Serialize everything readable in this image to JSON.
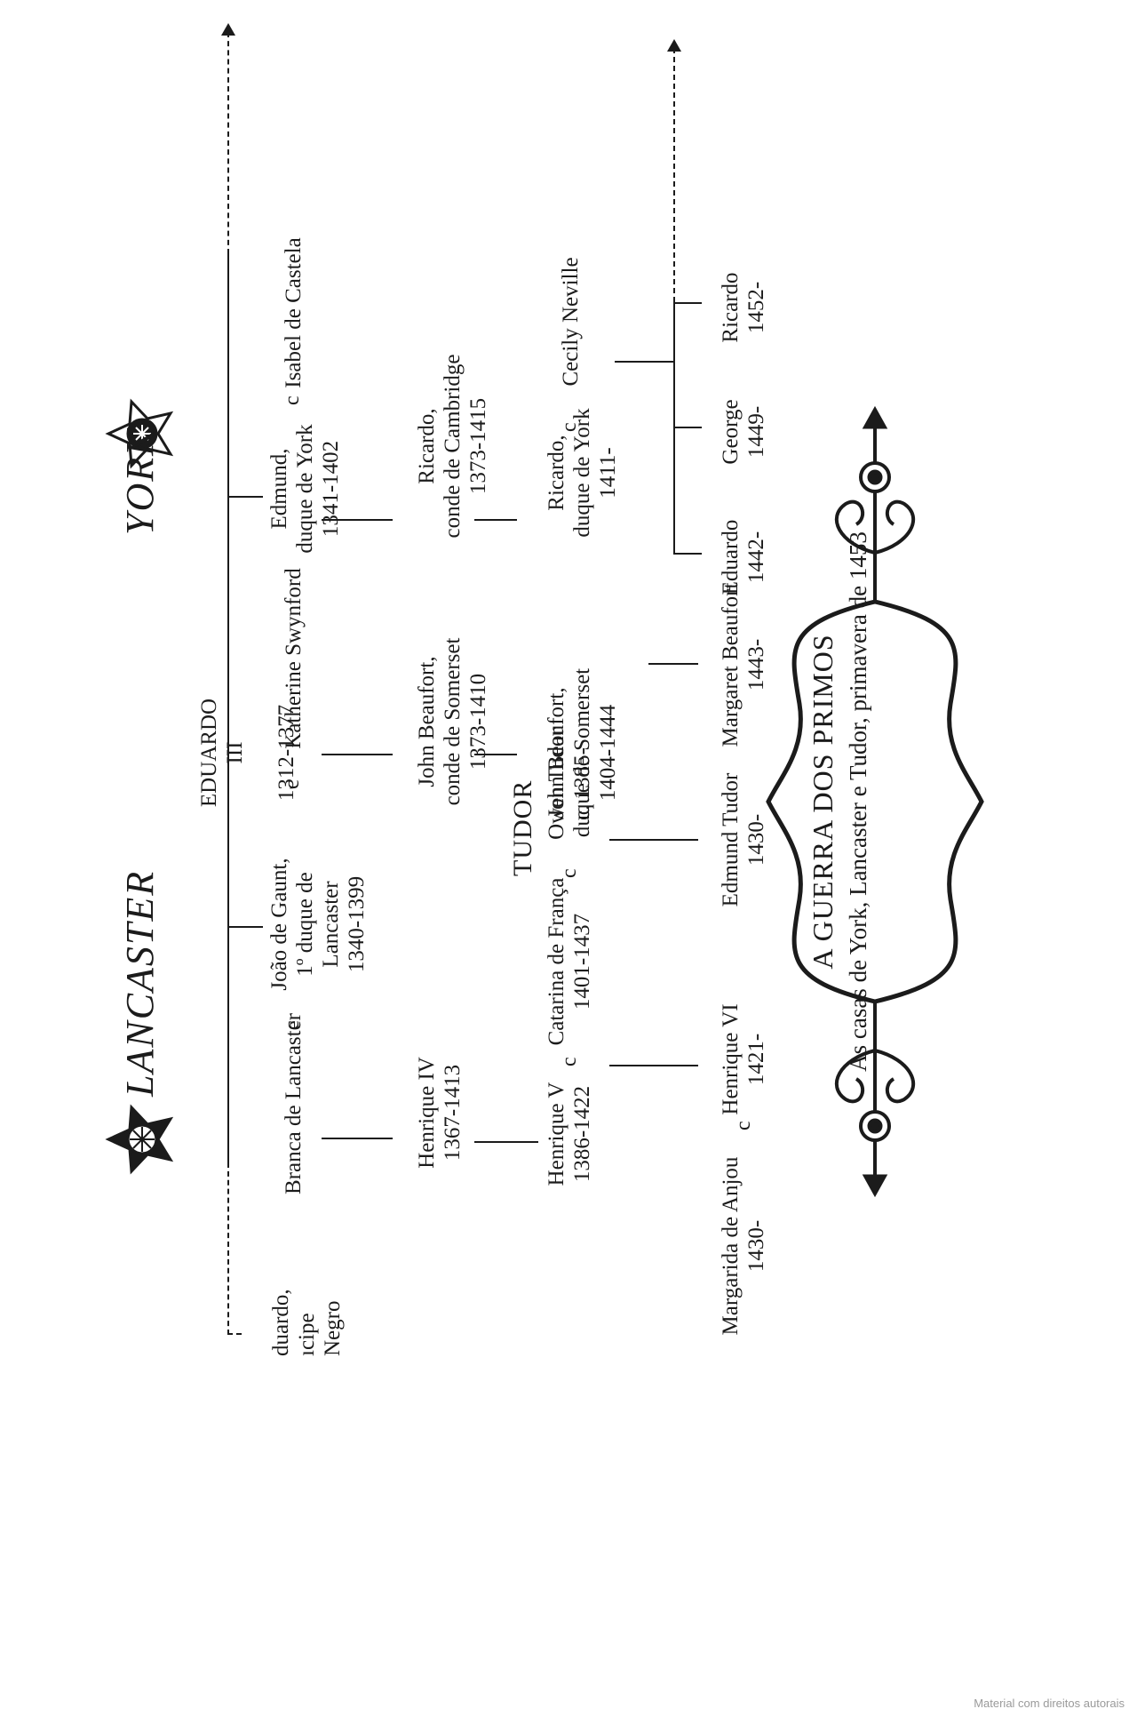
{
  "houses": {
    "lancaster": "LANCASTER",
    "york": "YORK",
    "tudor": "TUDOR"
  },
  "marriage_symbol": "c",
  "generation1": {
    "eduardo_iii": {
      "name": "EDUARDO III",
      "years": "1312-1377"
    }
  },
  "generation2": {
    "eduardo_principe": "duardo,\nıcipe Negro",
    "branca": "Branca de Lancaster",
    "joao_gaunt": "João de Gaunt,\n1º duque de Lancaster\n1340-1399",
    "katherine": "Katherine Swynford",
    "edmund": "Edmund,\nduque de York\n1341-1402",
    "isabel": "Isabel de Castela"
  },
  "generation3": {
    "henrique_iv": "Henrique IV\n1367-1413",
    "john_beaufort_1": "John Beaufort,\nconde de Somerset\n1373-1410",
    "ricardo_cambridge": "Ricardo,\nconde de Cambridge\n1373-1415"
  },
  "generation4": {
    "henrique_v": "Henrique V\n1386-1422",
    "catarina": "Catarina de França\n1401-1437",
    "owen_tudor": "Owen Tudor\nc. 1385-",
    "john_beaufort_2": "John Beaufort,\nduque de Somerset\n1404-1444",
    "ricardo_york": "Ricardo,\nduque de York\n1411-",
    "cecily": "Cecily Neville"
  },
  "generation5": {
    "margarida": "Margarida de Anjou\n1430-",
    "henrique_vi": "Henrique VI\n1421-",
    "edmund_tudor": "Edmund Tudor\n1430-",
    "margaret_beaufort": "Margaret Beaufort\n1443-",
    "eduardo": "Eduardo\n1442-",
    "george": "George\n1449-",
    "ricardo": "Ricardo\n1452-"
  },
  "cartouche": {
    "title": "A GUERRA DOS PRIMOS",
    "subtitle": "As casas de York, Lancaster e Tudor,\nprimavera de 1453"
  },
  "footer": {
    "copyright": "Material com direitos autorais"
  },
  "colors": {
    "ink": "#1b1b1b",
    "background": "#ffffff",
    "footer_text": "#9a9a9a"
  }
}
